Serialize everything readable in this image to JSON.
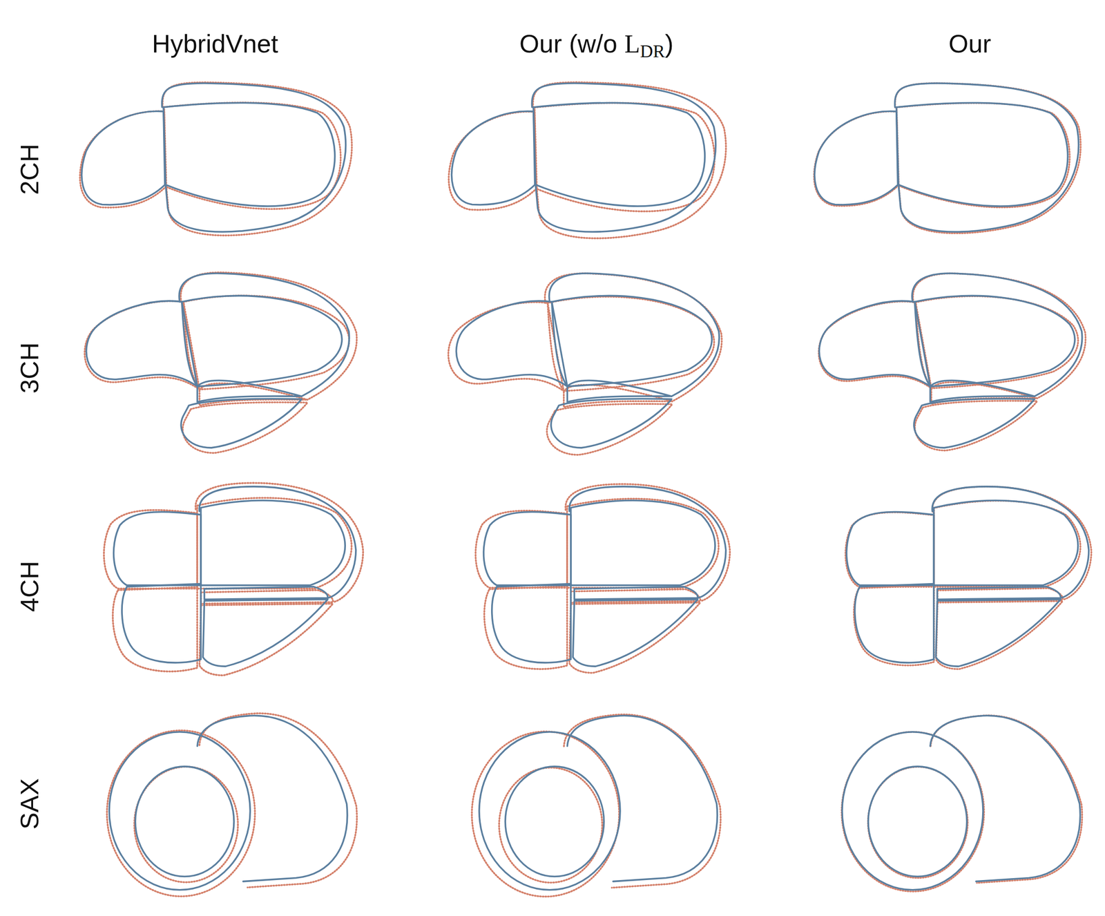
{
  "diagram": {
    "labels": [
      "HybridVnet",
      "Our (w/o ",
      "L",
      "DR",
      ")",
      "Our",
      "2CH",
      "3CH",
      "4CH",
      "SAX"
    ]
  }
}
